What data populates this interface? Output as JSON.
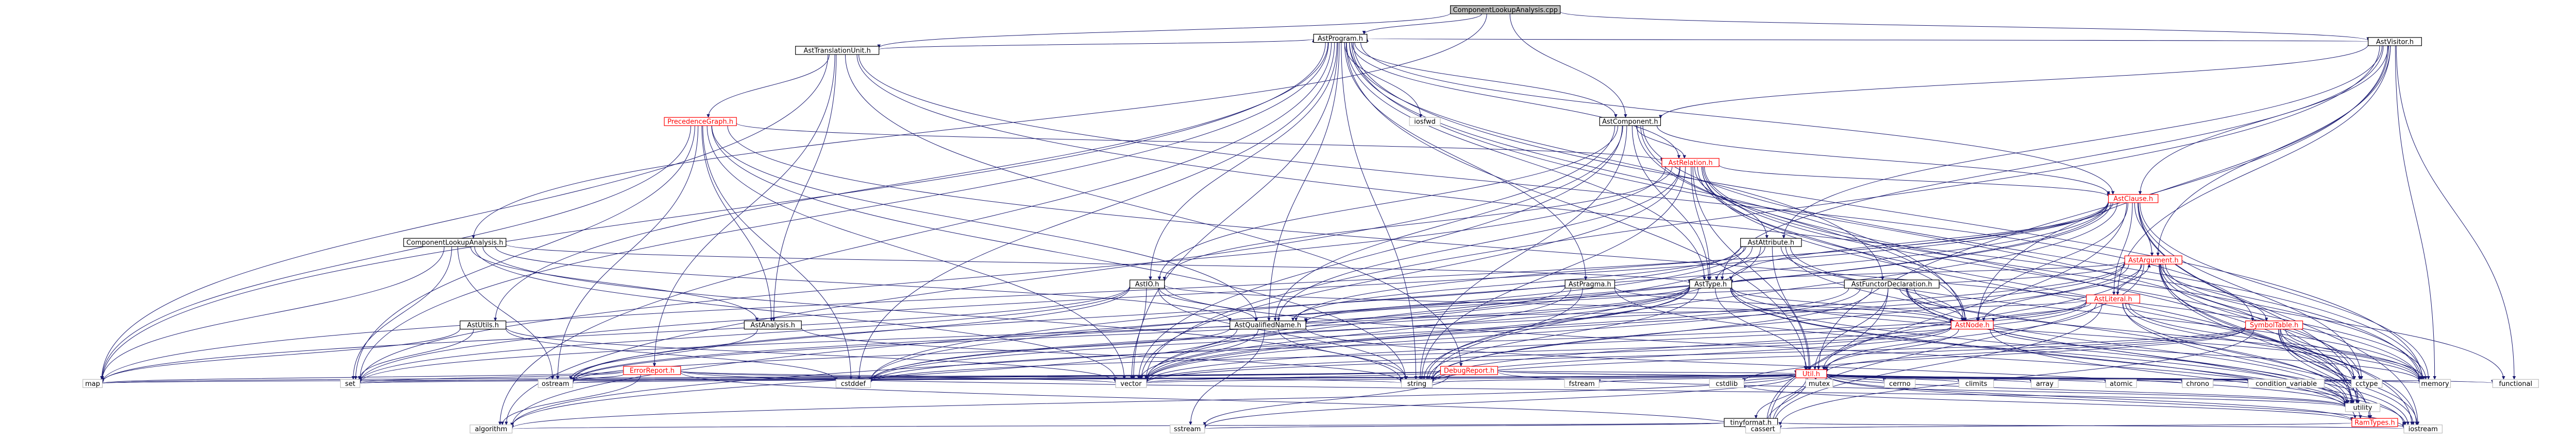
{
  "graph": {
    "root": "ComponentLookupAnalysis.cpp",
    "colors": {
      "root_fill": "#bfbfbf",
      "node_fill": "#ffffff",
      "node_border": "#000000",
      "external_border": "#bfbfbf",
      "linked_border_red": "#ff0000",
      "edge": "#191970",
      "red_text": "#ff0000"
    },
    "nodes": [
      {
        "id": "root",
        "label": "ComponentLookupAnalysis.cpp"
      },
      {
        "id": "astvisitor",
        "label": "AstVisitor.h"
      },
      {
        "id": "asttrans",
        "label": "AstTranslationUnit.h"
      },
      {
        "id": "astprogram",
        "label": "AstProgram.h"
      },
      {
        "id": "astcomponent",
        "label": "AstComponent.h"
      },
      {
        "id": "precgraph",
        "label": "PrecedenceGraph.h",
        "red": true
      },
      {
        "id": "astrelation",
        "label": "AstRelation.h",
        "red": true
      },
      {
        "id": "astclause",
        "label": "AstClause.h",
        "red": true
      },
      {
        "id": "cla",
        "label": "ComponentLookupAnalysis.h"
      },
      {
        "id": "astattribute",
        "label": "AstAttribute.h"
      },
      {
        "id": "astargument",
        "label": "AstArgument.h",
        "red": true
      },
      {
        "id": "astio",
        "label": "AstIO.h"
      },
      {
        "id": "astpragma",
        "label": "AstPragma.h"
      },
      {
        "id": "asttype",
        "label": "AstType.h"
      },
      {
        "id": "astfunctordecl",
        "label": "AstFunctorDeclaration.h"
      },
      {
        "id": "astliteral",
        "label": "AstLiteral.h",
        "red": true
      },
      {
        "id": "astutils",
        "label": "AstUtils.h"
      },
      {
        "id": "astanalysis",
        "label": "AstAnalysis.h"
      },
      {
        "id": "astqname",
        "label": "AstQualifiedName.h"
      },
      {
        "id": "astnode",
        "label": "AstNode.h",
        "red": true
      },
      {
        "id": "symboltable",
        "label": "SymbolTable.h",
        "red": true
      },
      {
        "id": "errorreport",
        "label": "ErrorReport.h",
        "red": true
      },
      {
        "id": "debugreport",
        "label": "DebugReport.h",
        "red": true
      },
      {
        "id": "utilh",
        "label": "Util.h",
        "red": true
      },
      {
        "id": "tinyformat",
        "label": "tinyformat.h"
      },
      {
        "id": "ramtypes",
        "label": "RamTypes.h",
        "red": true
      },
      {
        "id": "map",
        "label": "map",
        "ext": true
      },
      {
        "id": "set",
        "label": "set",
        "ext": true
      },
      {
        "id": "ostream",
        "label": "ostream",
        "ext": true
      },
      {
        "id": "algorithm",
        "label": "algorithm",
        "ext": true
      },
      {
        "id": "vector",
        "label": "vector",
        "ext": true
      },
      {
        "id": "string",
        "label": "string",
        "ext": true
      },
      {
        "id": "fstream",
        "label": "fstream",
        "ext": true
      },
      {
        "id": "sstream",
        "label": "sstream",
        "ext": true
      },
      {
        "id": "cassert",
        "label": "cassert",
        "ext": true
      },
      {
        "id": "cstdlib",
        "label": "cstdlib",
        "ext": true
      },
      {
        "id": "mutex",
        "label": "mutex",
        "ext": true
      },
      {
        "id": "cerrno",
        "label": "cerrno",
        "ext": true
      },
      {
        "id": "climits",
        "label": "climits",
        "ext": true
      },
      {
        "id": "array",
        "label": "array",
        "ext": true
      },
      {
        "id": "atomic",
        "label": "atomic",
        "ext": true
      },
      {
        "id": "chrono",
        "label": "chrono",
        "ext": true
      },
      {
        "id": "condvar",
        "label": "condition_variable",
        "ext": true
      },
      {
        "id": "cctype",
        "label": "cctype",
        "ext": true
      },
      {
        "id": "utility",
        "label": "utility",
        "ext": true
      },
      {
        "id": "iostream",
        "label": "iostream",
        "ext": true
      },
      {
        "id": "memory",
        "label": "memory",
        "ext": true
      },
      {
        "id": "functional",
        "label": "functional",
        "ext": true
      },
      {
        "id": "cstddef",
        "label": "cstddef",
        "ext": true
      },
      {
        "id": "iosfwd",
        "label": "iosfwd",
        "ext": true
      }
    ],
    "edges": [
      [
        "root",
        "astvisitor"
      ],
      [
        "root",
        "asttrans"
      ],
      [
        "root",
        "astprogram"
      ],
      [
        "root",
        "astcomponent"
      ],
      [
        "root",
        "cla"
      ],
      [
        "astvisitor",
        "astprogram"
      ],
      [
        "astvisitor",
        "astcomponent"
      ],
      [
        "astvisitor",
        "astclause"
      ],
      [
        "astvisitor",
        "astargument"
      ],
      [
        "astvisitor",
        "astattribute"
      ],
      [
        "astvisitor",
        "astliteral"
      ],
      [
        "astvisitor",
        "asttype"
      ],
      [
        "astvisitor",
        "astnode"
      ],
      [
        "astvisitor",
        "utilh"
      ],
      [
        "astvisitor",
        "memory"
      ],
      [
        "astvisitor",
        "functional"
      ],
      [
        "astvisitor",
        "vector"
      ],
      [
        "asttrans",
        "astprogram"
      ],
      [
        "asttrans",
        "precgraph"
      ],
      [
        "asttrans",
        "astanalysis"
      ],
      [
        "asttrans",
        "map"
      ],
      [
        "asttrans",
        "memory"
      ],
      [
        "asttrans",
        "debugreport"
      ],
      [
        "asttrans",
        "errorreport"
      ],
      [
        "asttrans",
        "symboltable"
      ],
      [
        "astprogram",
        "astcomponent"
      ],
      [
        "astprogram",
        "astrelation"
      ],
      [
        "astprogram",
        "astclause"
      ],
      [
        "astprogram",
        "astio"
      ],
      [
        "astprogram",
        "astpragma"
      ],
      [
        "astprogram",
        "asttype"
      ],
      [
        "astprogram",
        "astfunctordecl"
      ],
      [
        "astprogram",
        "astnode"
      ],
      [
        "astprogram",
        "astqname"
      ],
      [
        "astprogram",
        "astutils"
      ],
      [
        "astprogram",
        "utilh"
      ],
      [
        "astprogram",
        "iosfwd"
      ],
      [
        "astprogram",
        "map"
      ],
      [
        "astprogram",
        "memory"
      ],
      [
        "astprogram",
        "set"
      ],
      [
        "astprogram",
        "string"
      ],
      [
        "astprogram",
        "vector"
      ],
      [
        "astprogram",
        "cstddef"
      ],
      [
        "astprogram",
        "algorithm"
      ],
      [
        "astprogram",
        "utility"
      ],
      [
        "astcomponent",
        "astrelation"
      ],
      [
        "astcomponent",
        "astclause"
      ],
      [
        "astcomponent",
        "asttype"
      ],
      [
        "astcomponent",
        "astio"
      ],
      [
        "astcomponent",
        "astnode"
      ],
      [
        "astcomponent",
        "astqname"
      ],
      [
        "astcomponent",
        "memory"
      ],
      [
        "astcomponent",
        "string"
      ],
      [
        "astcomponent",
        "vector"
      ],
      [
        "astcomponent",
        "utility"
      ],
      [
        "astcomponent",
        "algorithm"
      ],
      [
        "precgraph",
        "astrelation"
      ],
      [
        "precgraph",
        "astanalysis"
      ],
      [
        "precgraph",
        "astqname"
      ],
      [
        "precgraph",
        "map"
      ],
      [
        "precgraph",
        "set"
      ],
      [
        "precgraph",
        "vector"
      ],
      [
        "precgraph",
        "string"
      ],
      [
        "precgraph",
        "ostream"
      ],
      [
        "precgraph",
        "memory"
      ],
      [
        "precgraph",
        "cstddef"
      ],
      [
        "astrelation",
        "astattribute"
      ],
      [
        "astrelation",
        "astclause"
      ],
      [
        "astrelation",
        "astio"
      ],
      [
        "astrelation",
        "astnode"
      ],
      [
        "astrelation",
        "astqname"
      ],
      [
        "astrelation",
        "asttype"
      ],
      [
        "astrelation",
        "utilh"
      ],
      [
        "astrelation",
        "iostream"
      ],
      [
        "astrelation",
        "memory"
      ],
      [
        "astrelation",
        "set"
      ],
      [
        "astrelation",
        "string"
      ],
      [
        "astrelation",
        "vector"
      ],
      [
        "astrelation",
        "cctype"
      ],
      [
        "astrelation",
        "utility"
      ],
      [
        "astclause",
        "astargument"
      ],
      [
        "astclause",
        "astliteral"
      ],
      [
        "astclause",
        "astnode"
      ],
      [
        "astclause",
        "asttype"
      ],
      [
        "astclause",
        "astqname"
      ],
      [
        "astclause",
        "map"
      ],
      [
        "astclause",
        "set"
      ],
      [
        "astclause",
        "string"
      ],
      [
        "astclause",
        "vector"
      ],
      [
        "astclause",
        "memory"
      ],
      [
        "astclause",
        "utility"
      ],
      [
        "astclause",
        "cassert"
      ],
      [
        "astclause",
        "cctype"
      ],
      [
        "astclause",
        "iostream"
      ],
      [
        "astclause",
        "algorithm"
      ],
      [
        "astclause",
        "cstddef"
      ],
      [
        "cla",
        "astanalysis"
      ],
      [
        "cla",
        "asttype"
      ],
      [
        "cla",
        "astqname"
      ],
      [
        "cla",
        "map"
      ],
      [
        "cla",
        "set"
      ],
      [
        "cla",
        "ostream"
      ],
      [
        "cla",
        "vector"
      ],
      [
        "cla",
        "string"
      ],
      [
        "astattribute",
        "asttype"
      ],
      [
        "astattribute",
        "astnode"
      ],
      [
        "astattribute",
        "astqname"
      ],
      [
        "astattribute",
        "utilh"
      ],
      [
        "astattribute",
        "memory"
      ],
      [
        "astattribute",
        "string"
      ],
      [
        "astattribute",
        "vector"
      ],
      [
        "astattribute",
        "ostream"
      ],
      [
        "astattribute",
        "cstddef"
      ],
      [
        "astattribute",
        "utility"
      ],
      [
        "astargument",
        "asttype"
      ],
      [
        "astargument",
        "astnode"
      ],
      [
        "astargument",
        "astqname"
      ],
      [
        "astargument",
        "symboltable"
      ],
      [
        "astargument",
        "ramtypes"
      ],
      [
        "astargument",
        "utilh"
      ],
      [
        "astargument",
        "memory"
      ],
      [
        "astargument",
        "string"
      ],
      [
        "astargument",
        "vector"
      ],
      [
        "astargument",
        "cassert"
      ],
      [
        "astargument",
        "cctype"
      ],
      [
        "astargument",
        "iostream"
      ],
      [
        "astargument",
        "cstddef"
      ],
      [
        "astargument",
        "utility"
      ],
      [
        "astargument",
        "functional"
      ],
      [
        "astio",
        "astnode"
      ],
      [
        "astio",
        "astqname"
      ],
      [
        "astio",
        "map"
      ],
      [
        "astio",
        "set"
      ],
      [
        "astio",
        "ostream"
      ],
      [
        "astio",
        "string"
      ],
      [
        "astio",
        "utility"
      ],
      [
        "astio",
        "vector"
      ],
      [
        "astpragma",
        "astnode"
      ],
      [
        "astpragma",
        "ostream"
      ],
      [
        "astpragma",
        "string"
      ],
      [
        "astpragma",
        "utility"
      ],
      [
        "astpragma",
        "vector"
      ],
      [
        "asttype",
        "astnode"
      ],
      [
        "asttype",
        "astqname"
      ],
      [
        "asttype",
        "utilh"
      ],
      [
        "asttype",
        "ramtypes"
      ],
      [
        "asttype",
        "set"
      ],
      [
        "asttype",
        "string"
      ],
      [
        "asttype",
        "vector"
      ],
      [
        "asttype",
        "algorithm"
      ],
      [
        "asttype",
        "cstddef"
      ],
      [
        "asttype",
        "iostream"
      ],
      [
        "asttype",
        "memory"
      ],
      [
        "asttype",
        "utility"
      ],
      [
        "asttype",
        "ostream"
      ],
      [
        "astfunctordecl",
        "astnode"
      ],
      [
        "astfunctordecl",
        "utilh"
      ],
      [
        "astfunctordecl",
        "ramtypes"
      ],
      [
        "astfunctordecl",
        "cassert"
      ],
      [
        "astfunctordecl",
        "cstddef"
      ],
      [
        "astfunctordecl",
        "iostream"
      ],
      [
        "astfunctordecl",
        "string"
      ],
      [
        "astfunctordecl",
        "vector"
      ],
      [
        "astfunctordecl",
        "memory"
      ],
      [
        "astfunctordecl",
        "utility"
      ],
      [
        "astliteral",
        "astargument"
      ],
      [
        "astliteral",
        "astnode"
      ],
      [
        "astliteral",
        "astqname"
      ],
      [
        "astliteral",
        "utilh"
      ],
      [
        "astliteral",
        "iostream"
      ],
      [
        "astliteral",
        "memory"
      ],
      [
        "astliteral",
        "string"
      ],
      [
        "astliteral",
        "vector"
      ],
      [
        "astliteral",
        "cctype"
      ],
      [
        "astliteral",
        "utility"
      ],
      [
        "astliteral",
        "cassert"
      ],
      [
        "astliteral",
        "cstddef"
      ],
      [
        "astutils",
        "map"
      ],
      [
        "astutils",
        "set"
      ],
      [
        "astutils",
        "vector"
      ],
      [
        "astutils",
        "cstddef"
      ],
      [
        "astanalysis",
        "ostream"
      ],
      [
        "astanalysis",
        "string"
      ],
      [
        "astqname",
        "algorithm"
      ],
      [
        "astqname",
        "ostream"
      ],
      [
        "astqname",
        "sstream"
      ],
      [
        "astqname",
        "string"
      ],
      [
        "astqname",
        "utility"
      ],
      [
        "astqname",
        "vector"
      ],
      [
        "astnode",
        "utilh"
      ],
      [
        "astnode",
        "memory"
      ],
      [
        "astnode",
        "string"
      ],
      [
        "astnode",
        "vector"
      ],
      [
        "astnode",
        "cstddef"
      ],
      [
        "astnode",
        "iostream"
      ],
      [
        "symboltable",
        "ramtypes"
      ],
      [
        "symboltable",
        "utilh"
      ],
      [
        "symboltable",
        "cassert"
      ],
      [
        "symboltable",
        "cstdlib"
      ],
      [
        "symboltable",
        "iostream"
      ],
      [
        "symboltable",
        "string"
      ],
      [
        "symboltable",
        "utility"
      ],
      [
        "symboltable",
        "vector"
      ],
      [
        "symboltable",
        "memory"
      ],
      [
        "symboltable",
        "cctype"
      ],
      [
        "errorreport",
        "map"
      ],
      [
        "errorreport",
        "set"
      ],
      [
        "errorreport",
        "ostream"
      ],
      [
        "errorreport",
        "algorithm"
      ],
      [
        "errorreport",
        "cassert"
      ],
      [
        "errorreport",
        "string"
      ],
      [
        "errorreport",
        "vector"
      ],
      [
        "errorreport",
        "utility"
      ],
      [
        "debugreport",
        "utilh"
      ],
      [
        "debugreport",
        "map"
      ],
      [
        "debugreport",
        "set"
      ],
      [
        "debugreport",
        "ostream"
      ],
      [
        "debugreport",
        "sstream"
      ],
      [
        "debugreport",
        "string"
      ],
      [
        "debugreport",
        "vector"
      ],
      [
        "debugreport",
        "memory"
      ],
      [
        "debugreport",
        "utility"
      ],
      [
        "debugreport",
        "cctype"
      ],
      [
        "utilh",
        "ramtypes"
      ],
      [
        "utilh",
        "tinyformat"
      ],
      [
        "utilh",
        "algorithm"
      ],
      [
        "utilh",
        "array"
      ],
      [
        "utilh",
        "atomic"
      ],
      [
        "utilh",
        "cctype"
      ],
      [
        "utilh",
        "cerrno"
      ],
      [
        "utilh",
        "chrono"
      ],
      [
        "utilh",
        "climits"
      ],
      [
        "utilh",
        "condvar"
      ],
      [
        "utilh",
        "cstdlib"
      ],
      [
        "utilh",
        "fstream"
      ],
      [
        "utilh",
        "functional"
      ],
      [
        "utilh",
        "iostream"
      ],
      [
        "utilh",
        "map"
      ],
      [
        "utilh",
        "memory"
      ],
      [
        "utilh",
        "mutex"
      ],
      [
        "utilh",
        "ostream"
      ],
      [
        "utilh",
        "set"
      ],
      [
        "utilh",
        "sstream"
      ],
      [
        "utilh",
        "string"
      ],
      [
        "utilh",
        "utility"
      ],
      [
        "utilh",
        "vector"
      ],
      [
        "utilh",
        "cassert"
      ],
      [
        "tinyformat",
        "algorithm"
      ],
      [
        "tinyformat",
        "cassert"
      ],
      [
        "tinyformat",
        "iostream"
      ],
      [
        "tinyformat",
        "sstream"
      ],
      [
        "ramtypes",
        "cstdlib"
      ],
      [
        "ramtypes",
        "iostream"
      ],
      [
        "ramtypes",
        "cassert"
      ]
    ]
  }
}
